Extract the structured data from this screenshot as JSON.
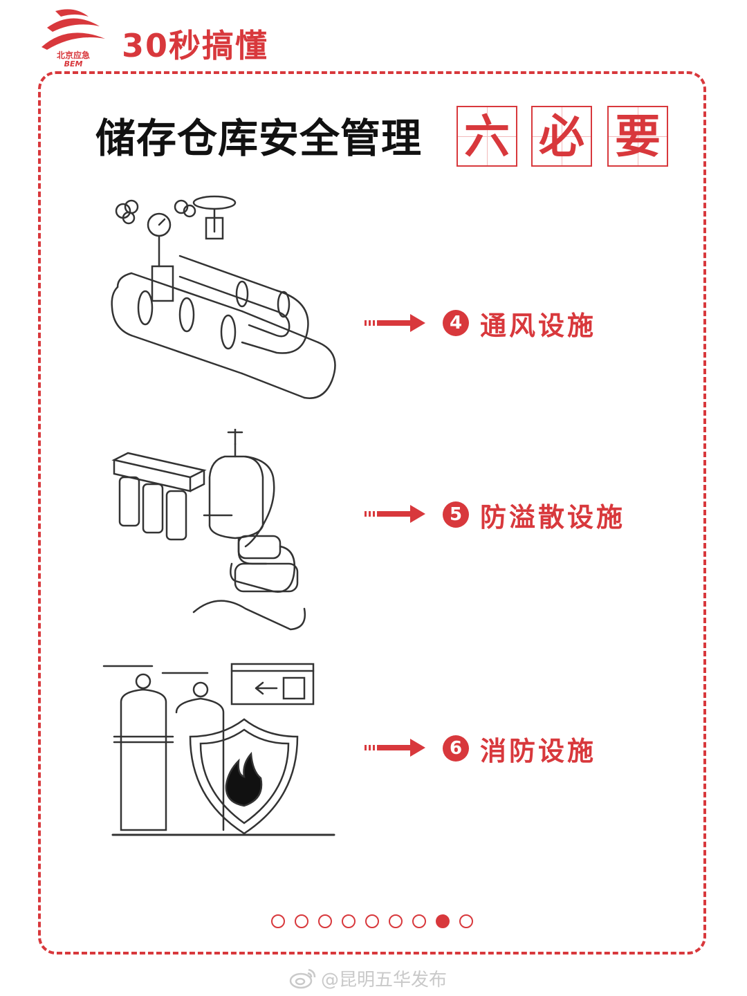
{
  "header": {
    "logo_text_top": "北京应急",
    "logo_text_bottom": "BEM",
    "title": "30秒搞懂"
  },
  "main": {
    "title": "储存仓库安全管理",
    "boxed_chars": [
      "六",
      "必",
      "要"
    ]
  },
  "items": [
    {
      "number": "4",
      "label": "通风设施",
      "illustration": "pipes-and-valves-icon"
    },
    {
      "number": "5",
      "label": "防溢散设施",
      "illustration": "filters-and-tank-icon"
    },
    {
      "number": "6",
      "label": "消防设施",
      "illustration": "fire-extinguisher-and-shield-icon"
    }
  ],
  "pagination": {
    "total": 9,
    "active_index": 7
  },
  "watermark": {
    "text": "@昆明五华发布"
  },
  "colors": {
    "accent": "#d8383c",
    "text": "#111111",
    "watermark": "#c9c9c9"
  }
}
